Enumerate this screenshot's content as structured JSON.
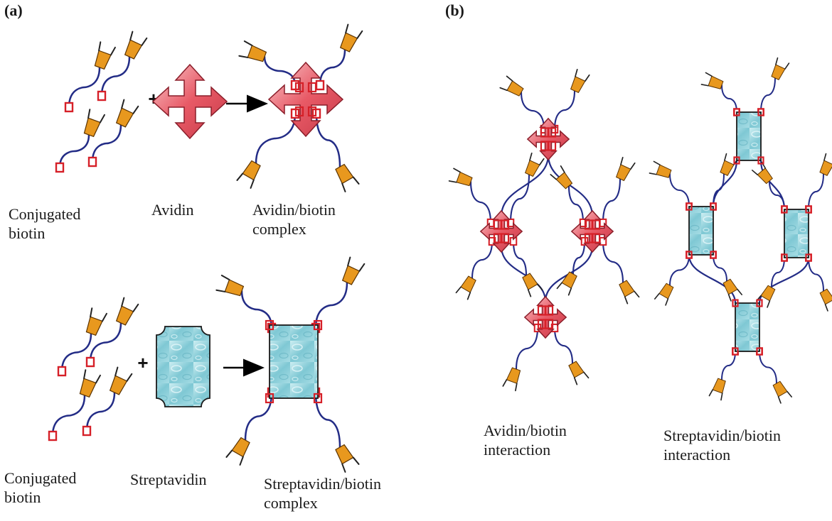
{
  "panels": {
    "a": {
      "label": "(a)"
    },
    "b": {
      "label": "(b)"
    }
  },
  "captions": {
    "conj_biotin_1": [
      "Conjugated",
      "biotin"
    ],
    "avidin": [
      "Avidin"
    ],
    "avidin_complex": [
      "Avidin/biotin",
      "complex"
    ],
    "conj_biotin_2": [
      "Conjugated",
      "biotin"
    ],
    "streptavidin": [
      "Streptavidin"
    ],
    "strep_complex": [
      "Streptavidin/biotin",
      "complex"
    ],
    "avidin_interaction": [
      "Avidin/biotin",
      "interaction"
    ],
    "strep_interaction": [
      "Streptavidin/biotin",
      "interaction"
    ]
  },
  "symbols": {
    "plus": "+"
  },
  "colors": {
    "cap_orange": "#E8981E",
    "linker_navy": "#232C86",
    "biotin_red": "#D62028",
    "avidin_pink": "#E85A66",
    "avidin_light": "#F8C8CC",
    "strep_cyan": "#7FC8D4",
    "strep_light": "#CDEEF2",
    "arrow_black": "#000000"
  },
  "icons": [
    "biotin-conjugate-icon",
    "avidin-cross-icon",
    "streptavidin-tile-icon",
    "reaction-arrow-icon"
  ]
}
